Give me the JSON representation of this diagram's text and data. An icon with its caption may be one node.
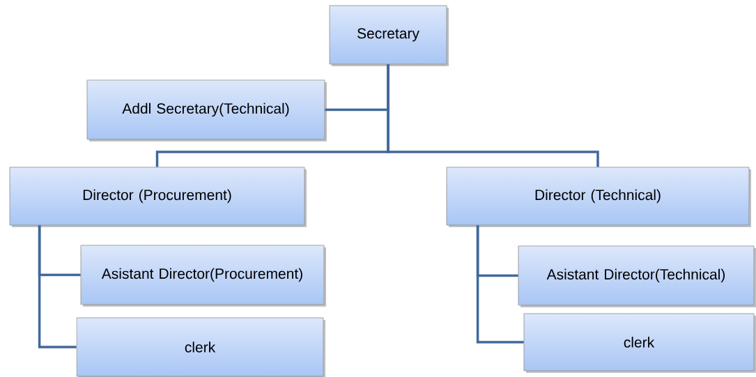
{
  "diagram": {
    "nodes": [
      {
        "text": [
          "Secretary"
        ]
      },
      {
        "text": [
          "Addl Secretary(Technical)"
        ]
      },
      {
        "text": [
          "Director (Procurement)"
        ]
      },
      {
        "text": [
          "Director (Technical)"
        ]
      },
      {
        "text": [
          "Asistant Director(Procurement)"
        ]
      },
      {
        "text": [
          "clerk"
        ]
      },
      {
        "text": [
          "Asistant Director(Technical)"
        ]
      },
      {
        "text": [
          "clerk"
        ]
      }
    ],
    "edges": [
      {
        "from": 0,
        "to": 1,
        "arrow": "none"
      },
      {
        "from": 0,
        "to": 2,
        "arrow": "none"
      },
      {
        "from": 0,
        "to": 3,
        "arrow": "none"
      },
      {
        "from": 2,
        "to": 4,
        "arrow": "none"
      },
      {
        "from": 2,
        "to": 5,
        "arrow": "none"
      },
      {
        "from": 3,
        "to": 6,
        "arrow": "none"
      },
      {
        "from": 3,
        "to": 7,
        "arrow": "none"
      }
    ]
  }
}
